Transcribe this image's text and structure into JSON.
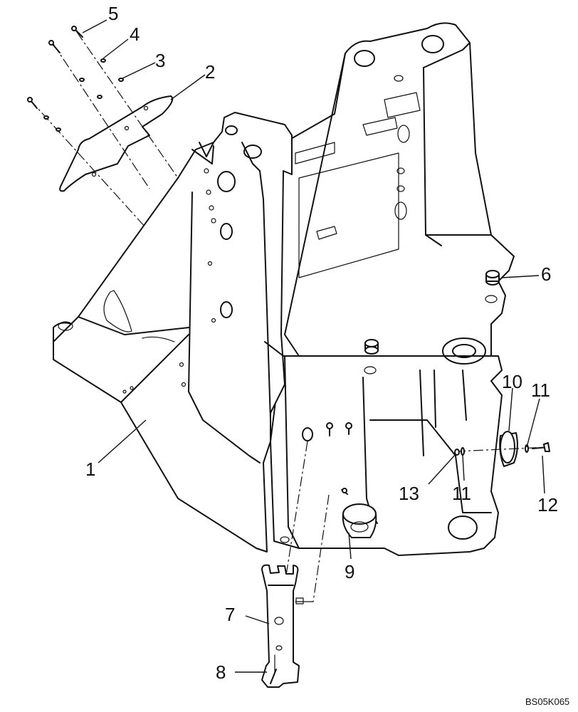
{
  "callouts": {
    "c1": "1",
    "c2": "2",
    "c3": "3",
    "c4": "4",
    "c5": "5",
    "c6": "6",
    "c7": "7",
    "c8": "8",
    "c9": "9",
    "c10": "10",
    "c11a": "11",
    "c11b": "11",
    "c12": "12",
    "c13": "13"
  },
  "drawing_code": "BS05K065"
}
